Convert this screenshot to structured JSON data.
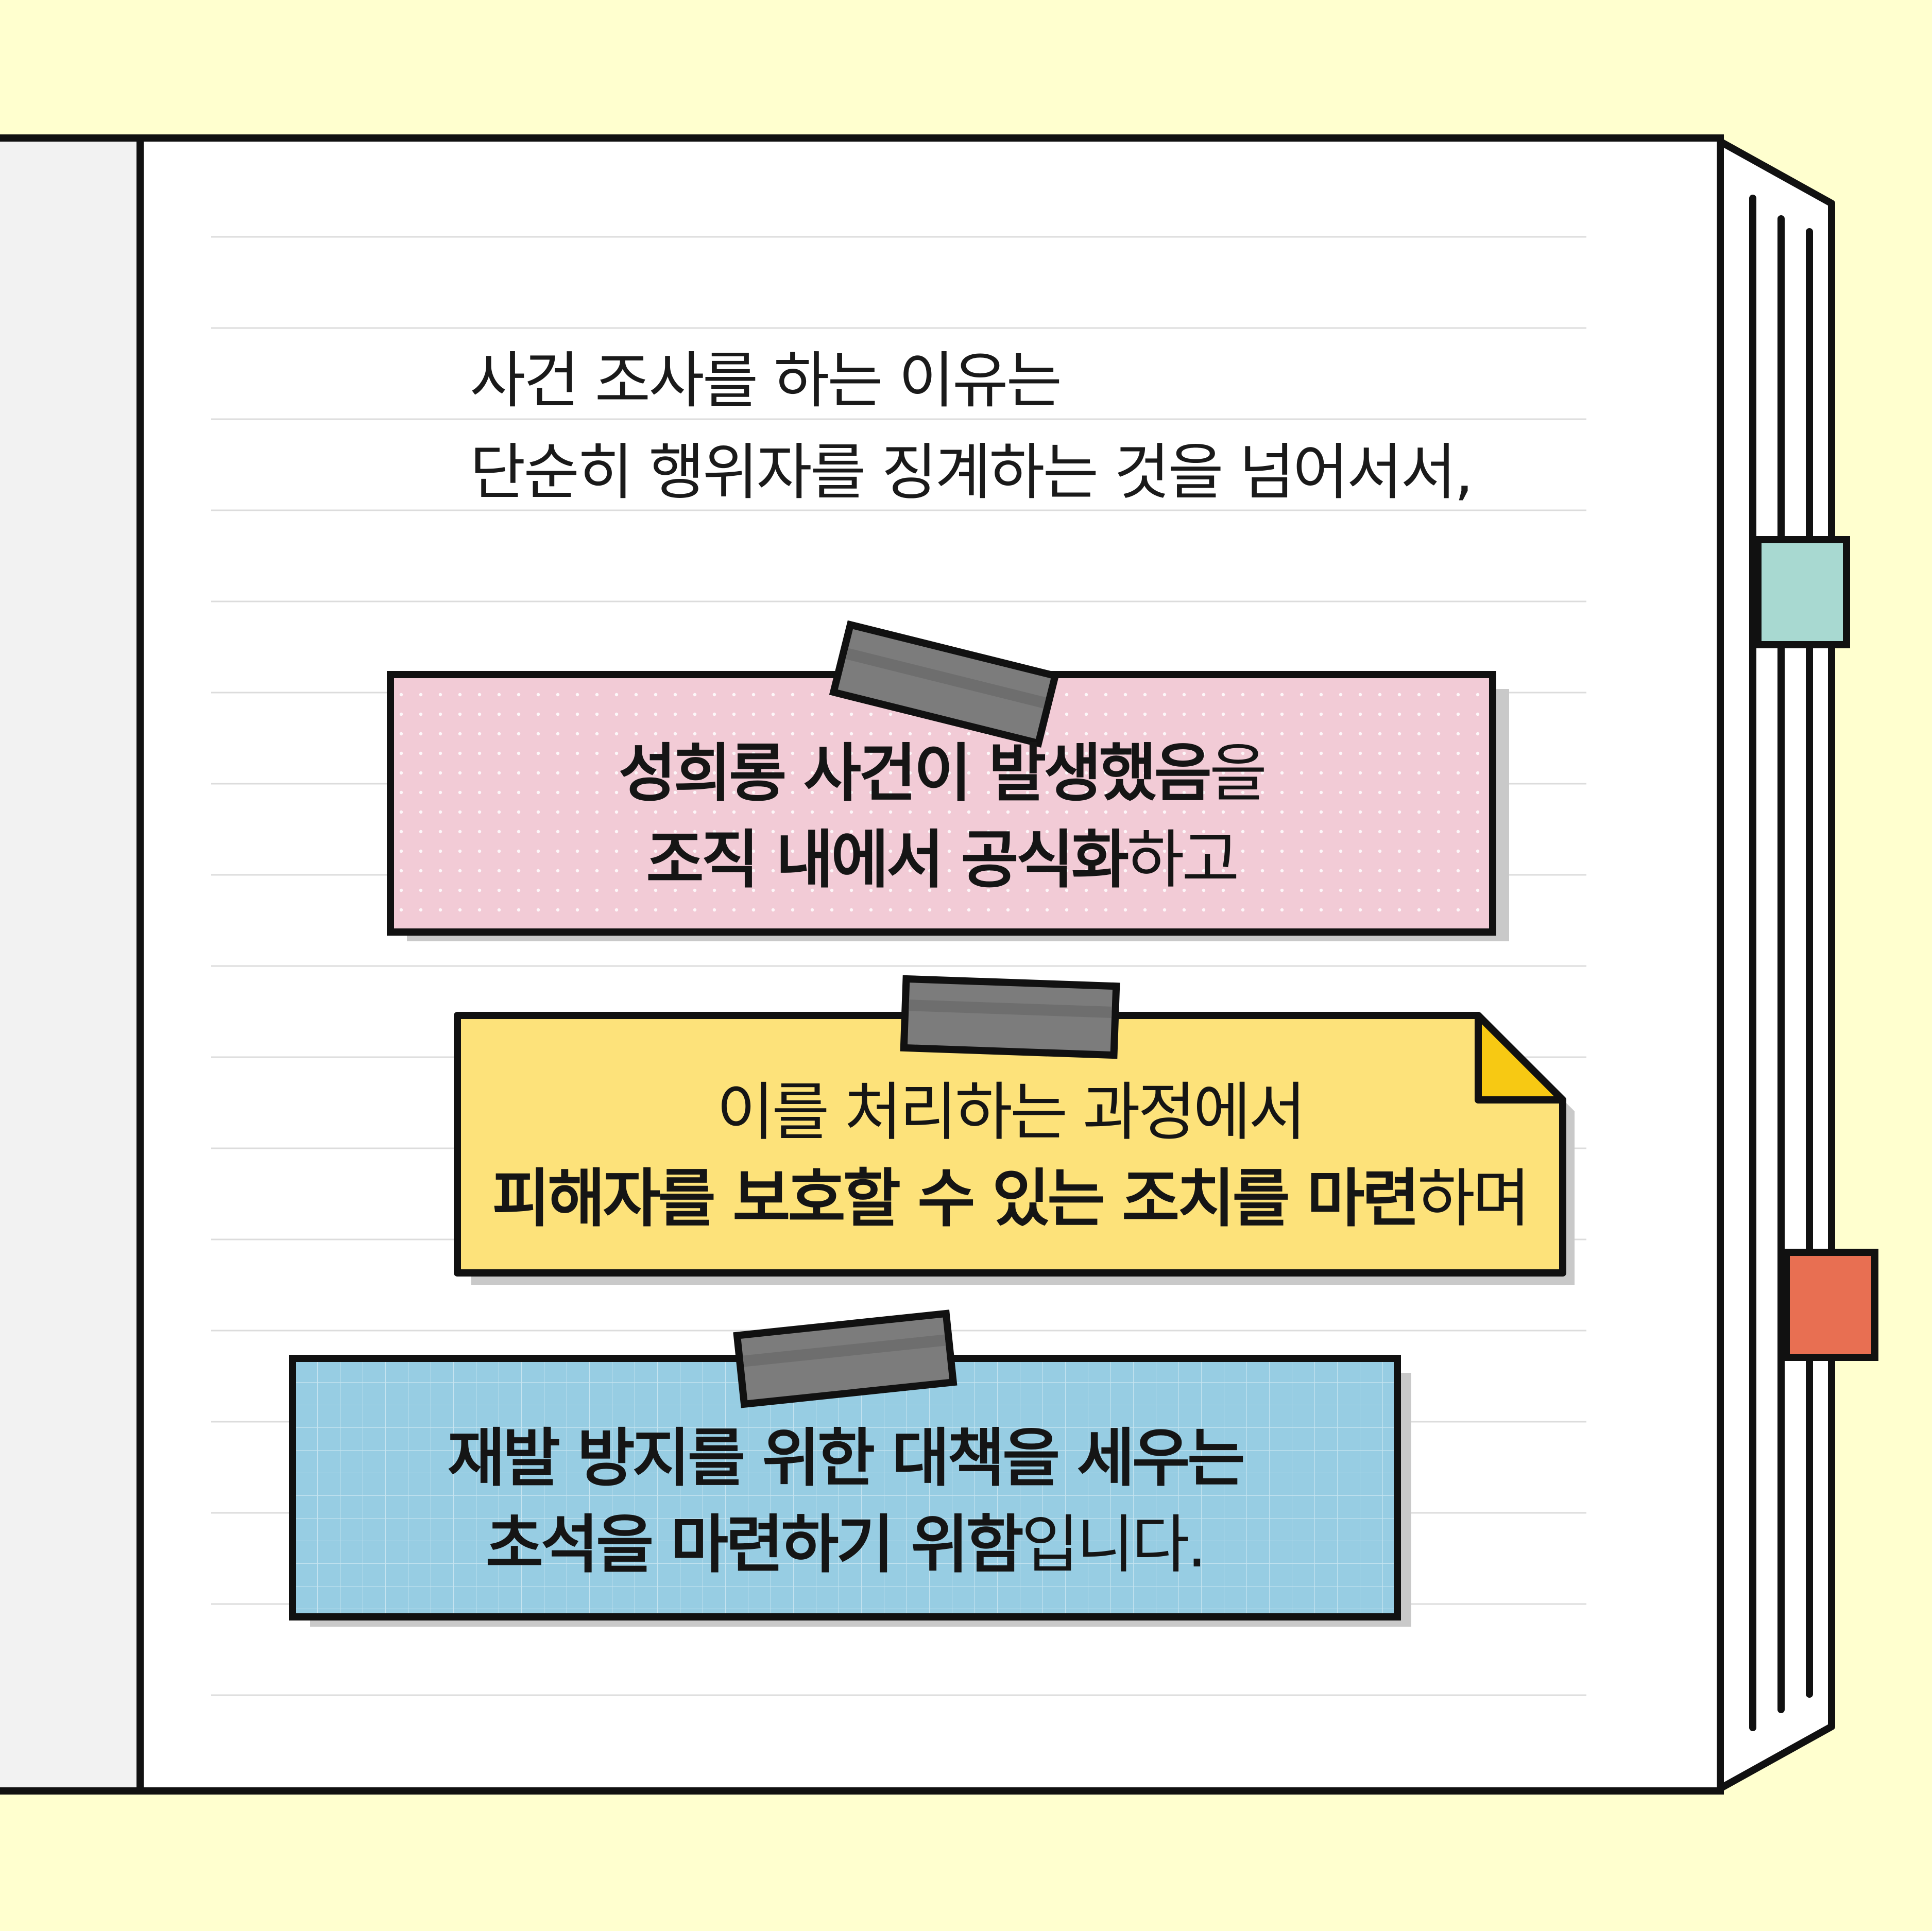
{
  "colors": {
    "background": "#FFFFCF",
    "page": "#FFFFFF",
    "left_page": "#F2F2F2",
    "outline": "#111111",
    "tab_mint": "#A8D9D1",
    "tab_orange": "#E86F52",
    "note_pink": "#F2CBD6",
    "note_yellow": "#FDE27A",
    "note_yellow_fold": "#F7C913",
    "note_blue": "#97CDE3",
    "tape": "#7C7C7C"
  },
  "intro": {
    "line1": "사건 조사를 하는 이유는",
    "line2": "단순히 행위자를 징계하는 것을 넘어서서,"
  },
  "note1": {
    "line1_bold": "성희롱 사건이 발생했음",
    "line1_regular": "을",
    "line2_bold": "조직 내에서 공식화",
    "line2_regular": "하고"
  },
  "note2": {
    "line1_regular": "이를 처리하는 과정에서",
    "line2_bold": "피해자를 보호할 수 있는 조치를 마련",
    "line2_regular": "하며"
  },
  "note3": {
    "line1_bold": "재발 방지를 위한 대책을 세우는",
    "line2_bold": "초석을 마련하기 위함",
    "line2_regular": "입니다."
  }
}
